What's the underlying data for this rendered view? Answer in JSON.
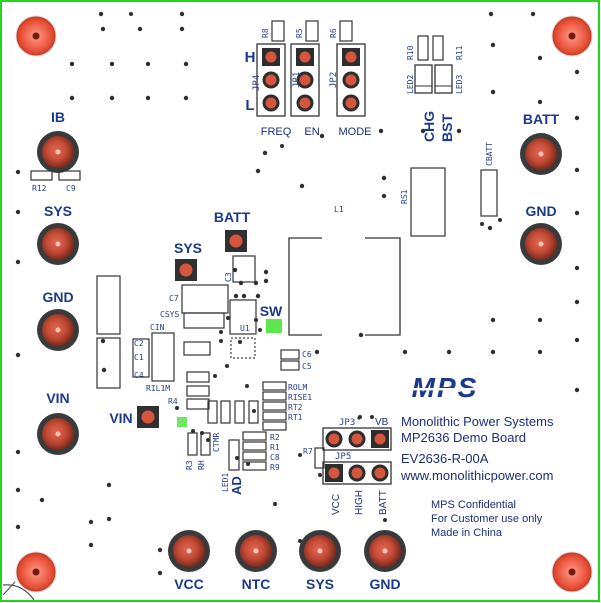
{
  "board": {
    "brand": "MPS",
    "company": "Monolithic Power Systems",
    "product": "MP2636 Demo Board",
    "part_number": "EV2636-R-00A",
    "website": "www.monolithicpower.com",
    "notice": [
      "MPS Confidential",
      "For Customer use only",
      "Made in China"
    ]
  },
  "terminals": {
    "ib": "IB",
    "sys_left": "SYS",
    "gnd_left": "GND",
    "vin_left": "VIN",
    "batt_right": "BATT",
    "gnd_right": "GND",
    "batt_mid": "BATT",
    "sys_mid": "SYS",
    "vin_mid": "VIN",
    "sw": "SW",
    "vcc_bottom": "VCC",
    "ntc_bottom": "NTC",
    "sys_bottom": "SYS",
    "gnd_bottom": "GND"
  },
  "jumpers": {
    "h": "H",
    "l": "L",
    "freq": "FREQ",
    "en": "EN",
    "mode": "MODE",
    "chg": "CHG",
    "bst": "BST",
    "ad": "AD",
    "jp1": "JP1",
    "jp2": "JP2",
    "jp3": "JP3",
    "jp4": "JP4",
    "jp5": "JP5",
    "vb": "VB",
    "vcc": "VCC",
    "high": "HIGH",
    "batt": "BATT"
  },
  "refdes": {
    "r8": "R8",
    "r5": "R5",
    "r6": "R6",
    "r10": "R10",
    "r11": "R11",
    "led2": "LED2",
    "led3": "LED3",
    "r12": "R12",
    "c9": "C9",
    "cbatt": "CBATT",
    "l1": "L1",
    "rs1": "RS1",
    "c3": "C3",
    "c7": "C7",
    "csys": "CSYS",
    "u1": "U1",
    "cin": "CIN",
    "c2": "C2",
    "c1": "C1",
    "c4": "C4",
    "c6": "C6",
    "c5": "C5",
    "ril1m": "RIL1M",
    "r4": "R4",
    "rolm": "ROLM",
    "rise1": "RISE1",
    "rt2": "RT2",
    "rt1": "RT1",
    "r7": "R7",
    "r2": "R2",
    "r1": "R1",
    "c8": "C8",
    "r9": "R9",
    "ctmr": "CTMR",
    "r3": "R3",
    "rh": "RH",
    "led1": "LED1"
  }
}
